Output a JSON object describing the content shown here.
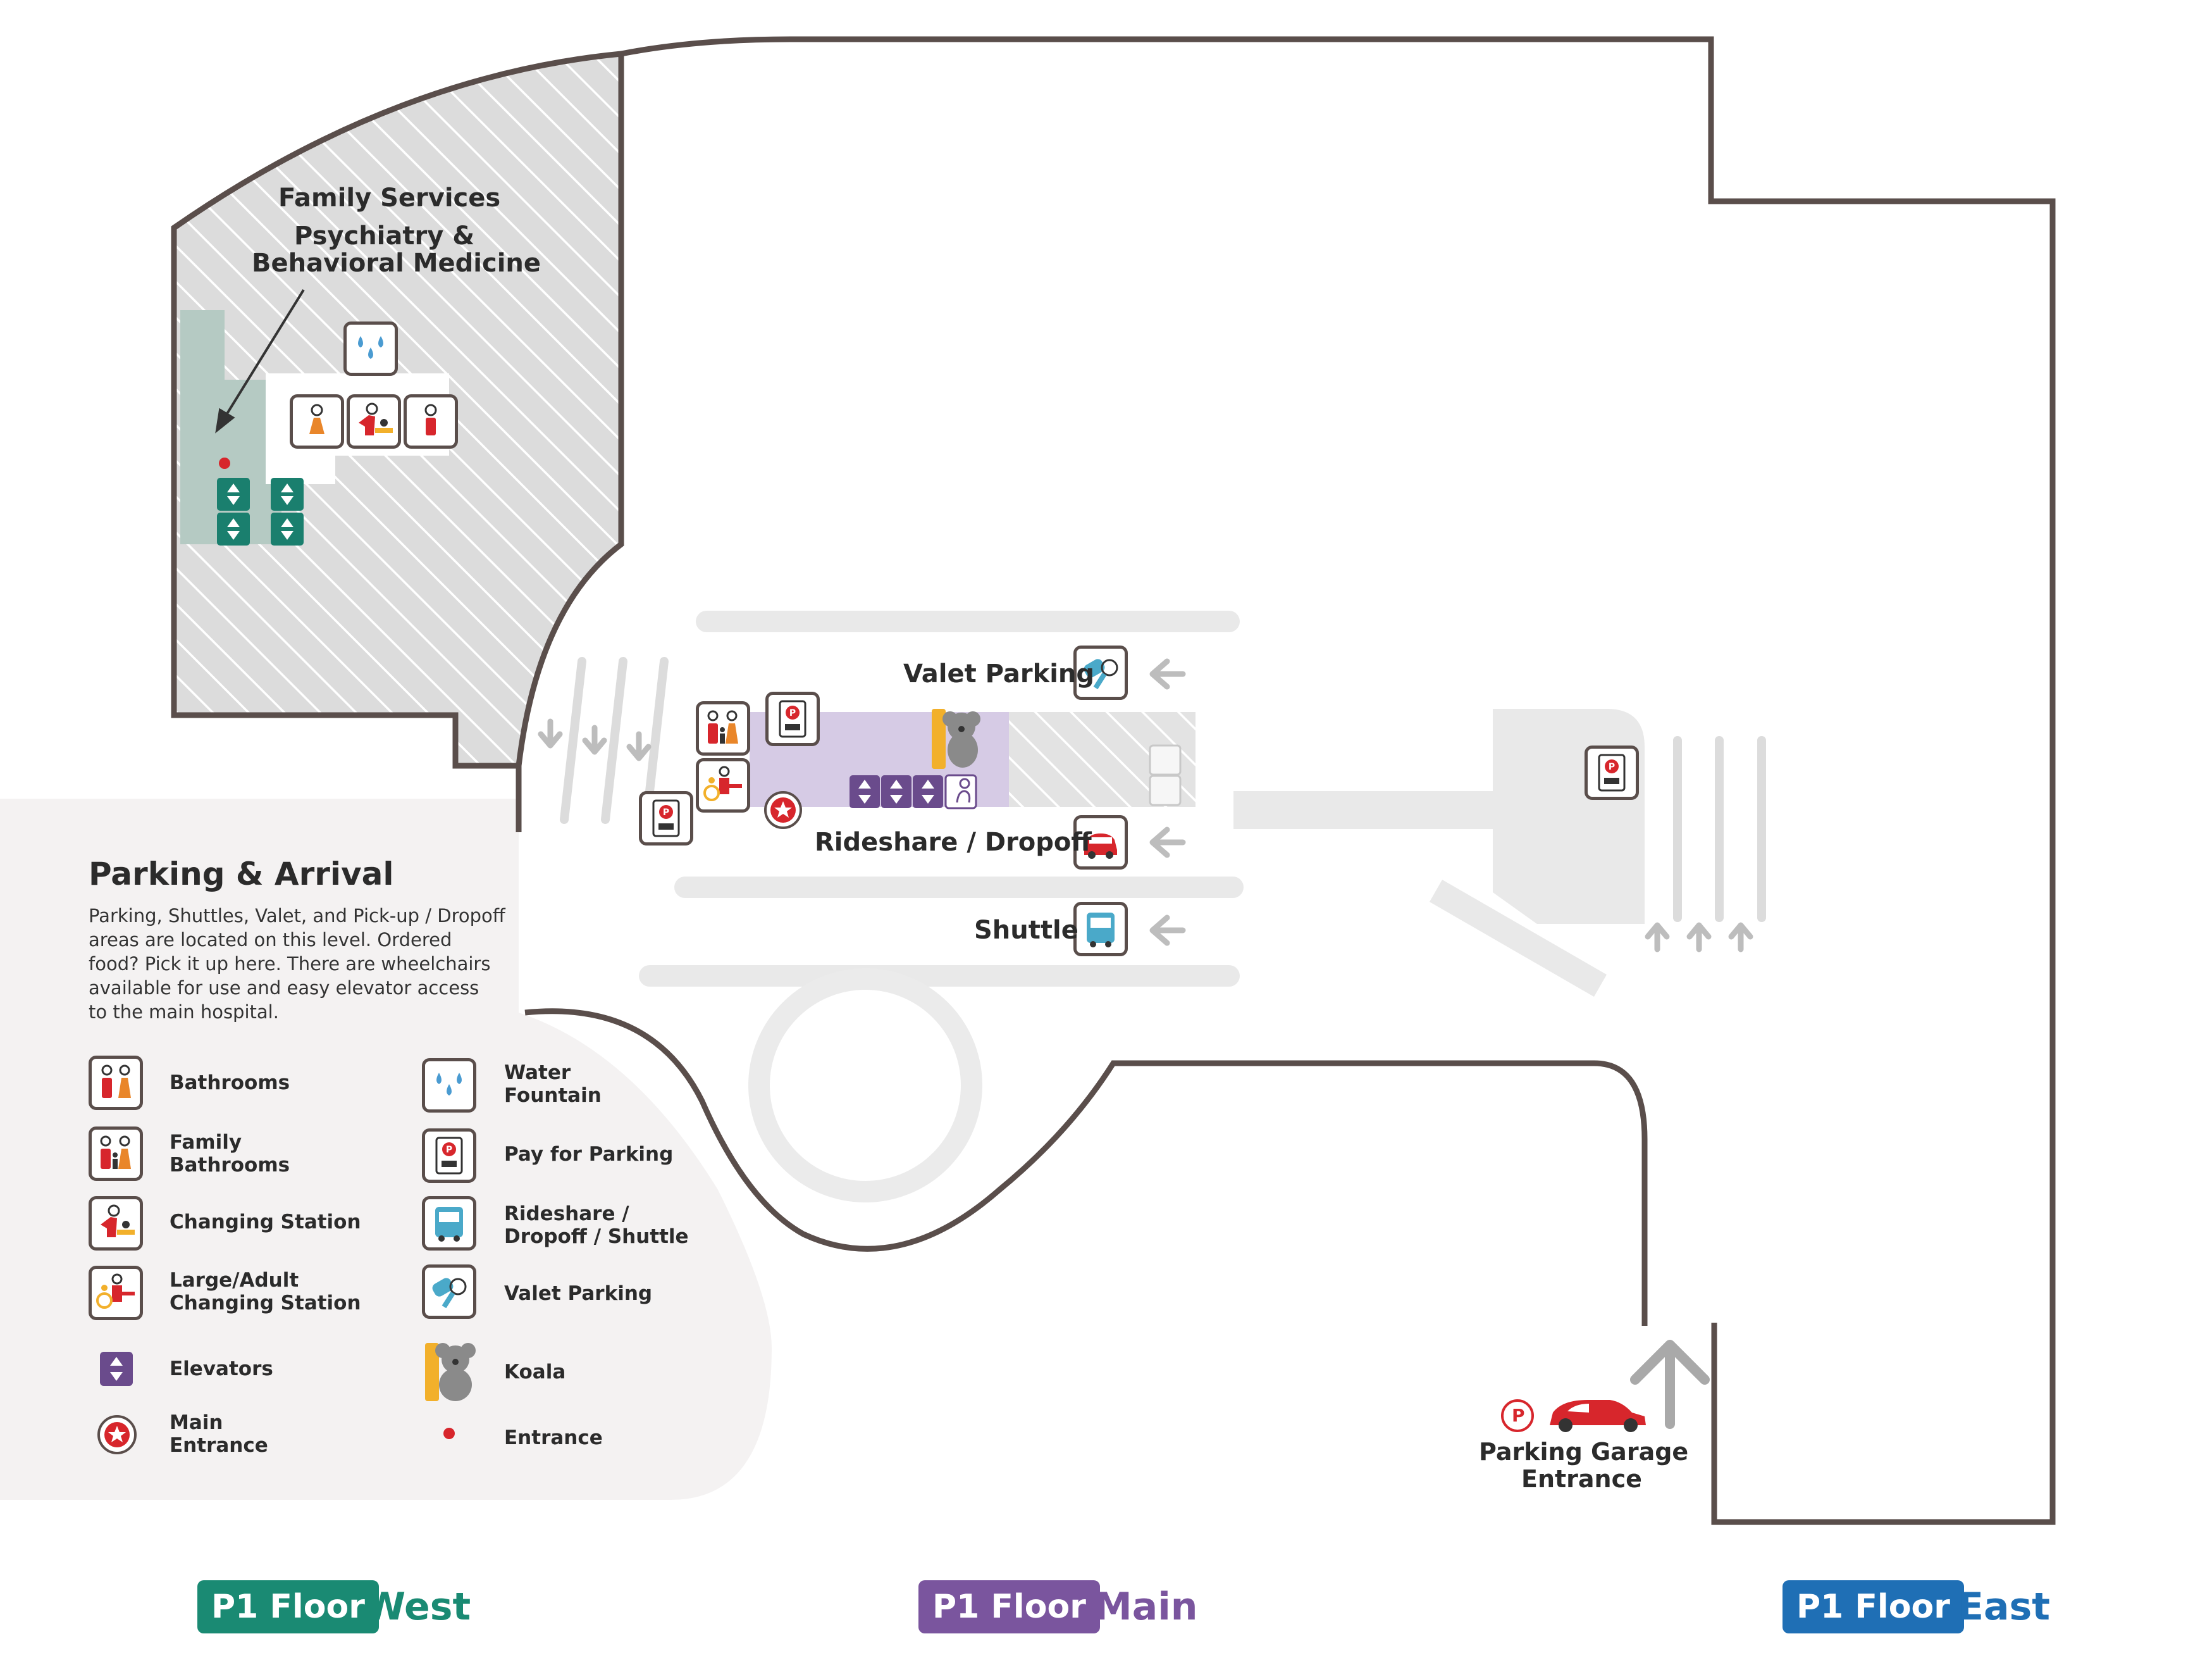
{
  "labels": {
    "family_services": "Family Services",
    "psychiatry": "Psychiatry &",
    "behavioral": "Behavioral Medicine",
    "valet_parking": "Valet Parking",
    "rideshare": "Rideshare / Dropoff",
    "shuttle": "Shuttle",
    "garage_line1": "Parking Garage",
    "garage_line2": "Entrance",
    "garage_p": "P"
  },
  "legend": {
    "title": "Parking & Arrival",
    "description": [
      "Parking, Shuttles, Valet, and Pick-up / Dropoff",
      "areas are located on this level. Ordered",
      "food? Pick it up here. There are wheelchairs",
      "available for use and easy elevator access",
      "to the main hospital."
    ],
    "items": [
      {
        "icon": "bathrooms-icon",
        "line1": "Bathrooms",
        "line2": ""
      },
      {
        "icon": "family-bathrooms-icon",
        "line1": "Family",
        "line2": "Bathrooms"
      },
      {
        "icon": "changing-station-icon",
        "line1": "Changing Station",
        "line2": ""
      },
      {
        "icon": "adult-changing-station-icon",
        "line1": "Large/Adult",
        "line2": "Changing Station"
      },
      {
        "icon": "elevator-icon",
        "line1": "Elevators",
        "line2": ""
      },
      {
        "icon": "main-entrance-icon",
        "line1": "Main",
        "line2": "Entrance"
      },
      {
        "icon": "water-fountain-icon",
        "line1": "Water",
        "line2": "Fountain"
      },
      {
        "icon": "pay-parking-icon",
        "line1": "Pay for Parking",
        "line2": ""
      },
      {
        "icon": "rideshare-shuttle-icon",
        "line1": "Rideshare /",
        "line2": "Dropoff / Shuttle"
      },
      {
        "icon": "valet-icon",
        "line1": "Valet Parking",
        "line2": ""
      },
      {
        "icon": "koala-icon",
        "line1": "Koala",
        "line2": ""
      },
      {
        "icon": "entrance-dot-icon",
        "line1": "Entrance",
        "line2": ""
      }
    ]
  },
  "floors": [
    {
      "tag": "P1 Floor",
      "name": "West",
      "color": "#1a8a73"
    },
    {
      "tag": "P1 Floor",
      "name": "Main",
      "color": "#7a559e"
    },
    {
      "tag": "P1 Floor",
      "name": "East",
      "color": "#1f6fb5"
    }
  ],
  "colors": {
    "wall": "#5a4e4b",
    "hatch_bg": "#dedede",
    "teal": "#1a7f6e",
    "purple": "#6a4b8c",
    "lobby": "#d5c9e3",
    "road": "#e8e8e8",
    "red": "#d7262c",
    "orange": "#e9862a"
  }
}
